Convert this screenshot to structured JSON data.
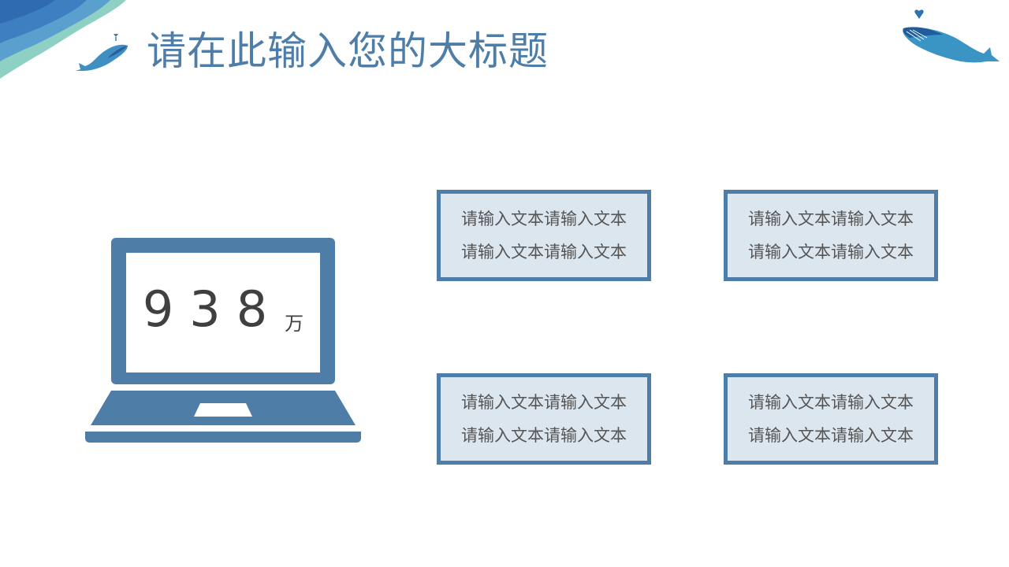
{
  "slide": {
    "title": "请在此输入您的大标题",
    "colors": {
      "accent": "#4e7ea8",
      "box_fill": "#dce6ef",
      "text_dark": "#404040",
      "text_body": "#555555"
    },
    "decorations": {
      "top_left": "watercolor-wave",
      "small_whale": "whale-icon",
      "large_whale": "whale-icon"
    }
  },
  "laptop": {
    "icon": "laptop-icon",
    "number": "938",
    "unit": "万"
  },
  "text_boxes": [
    {
      "line1": "请输入文本请输入文本",
      "line2": "请输入文本请输入文本"
    },
    {
      "line1": "请输入文本请输入文本",
      "line2": "请输入文本请输入文本"
    },
    {
      "line1": "请输入文本请输入文本",
      "line2": "请输入文本请输入文本"
    },
    {
      "line1": "请输入文本请输入文本",
      "line2": "请输入文本请输入文本"
    }
  ]
}
